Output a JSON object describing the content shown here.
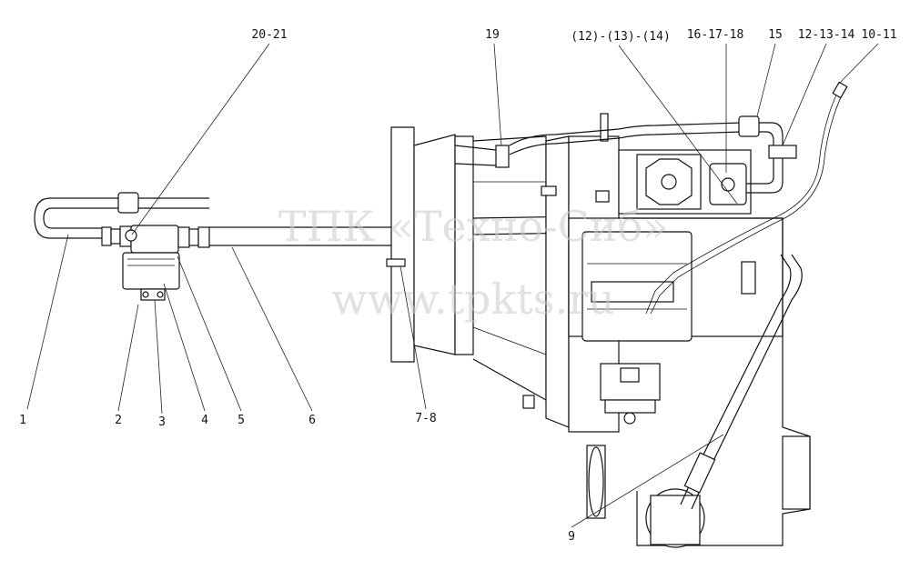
{
  "watermark": {
    "line1": "ТПК «Техно-Сиб»",
    "line2": "www.tpkts.ru"
  },
  "callouts": {
    "c1": "1",
    "c2": "2",
    "c3": "3",
    "c4": "4",
    "c5": "5",
    "c6": "6",
    "c7_8": "7-8",
    "c9": "9",
    "c10_11": "10-11",
    "c12_13_14": "12-13-14",
    "c12_13_14_paren": "(12)-(13)-(14)",
    "c15": "15",
    "c16_17_18": "16-17-18",
    "c19": "19",
    "c20_21": "20-21"
  }
}
